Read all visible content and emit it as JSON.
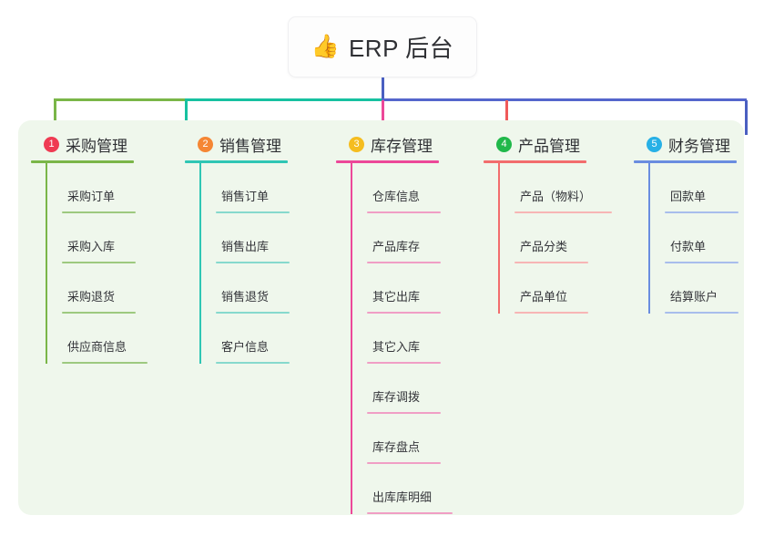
{
  "root": {
    "icon": "thumbs-up-icon",
    "icon_glyph": "👍",
    "title": "ERP 后台"
  },
  "palette": {
    "page_background": "#ffffff",
    "panel_background": "#eff7ec",
    "root_card_background": "#fdfdfd",
    "stem_blue": "#4a5fc1",
    "bus_green": "#7ab648",
    "bus_teal": "#17c1a0",
    "bus_blue": "#5566cc",
    "text": "#2f3034"
  },
  "connectors": {
    "stem_color": "#4a5fc1",
    "segments": [
      {
        "name": "bus-left-green",
        "color": "#7ab648"
      },
      {
        "name": "bus-mid-teal",
        "color": "#17c1a0"
      },
      {
        "name": "bus-right-blue",
        "color": "#5566cc"
      }
    ],
    "drops": [
      {
        "name": "drop-purchase",
        "color": "#7ab648"
      },
      {
        "name": "drop-sales",
        "color": "#17c1a0"
      },
      {
        "name": "drop-inventory",
        "color": "#ec4899"
      },
      {
        "name": "drop-product",
        "color": "#f05a5a"
      },
      {
        "name": "drop-finance",
        "color": "#4a5fc1"
      }
    ]
  },
  "columns": [
    {
      "id": "purchase",
      "number": "1",
      "badge_color": "#ef3b53",
      "line_color": "#7ab648",
      "title": "采购管理",
      "items": [
        {
          "label": "采购订单"
        },
        {
          "label": "采购入库"
        },
        {
          "label": "采购退货"
        },
        {
          "label": "供应商信息"
        }
      ]
    },
    {
      "id": "sales",
      "number": "2",
      "badge_color": "#f58634",
      "line_color": "#2fc6b4",
      "title": "销售管理",
      "items": [
        {
          "label": "销售订单"
        },
        {
          "label": "销售出库"
        },
        {
          "label": "销售退货"
        },
        {
          "label": "客户信息"
        }
      ]
    },
    {
      "id": "inventory",
      "number": "3",
      "badge_color": "#f5bd1f",
      "line_color": "#ec4899",
      "title": "库存管理",
      "items": [
        {
          "label": "仓库信息"
        },
        {
          "label": "产品库存"
        },
        {
          "label": "其它出库"
        },
        {
          "label": "其它入库"
        },
        {
          "label": "库存调拨"
        },
        {
          "label": "库存盘点"
        },
        {
          "label": "出库库明细"
        }
      ]
    },
    {
      "id": "product",
      "number": "4",
      "badge_color": "#20b84a",
      "line_color": "#f26d6d",
      "title": "产品管理",
      "items": [
        {
          "label": "产品（物料）"
        },
        {
          "label": "产品分类"
        },
        {
          "label": "产品单位"
        }
      ]
    },
    {
      "id": "finance",
      "number": "5",
      "badge_color": "#27b0e6",
      "line_color": "#6a8de0",
      "title": "财务管理",
      "items": [
        {
          "label": "回款单"
        },
        {
          "label": "付款单"
        },
        {
          "label": "结算账户"
        }
      ]
    }
  ]
}
